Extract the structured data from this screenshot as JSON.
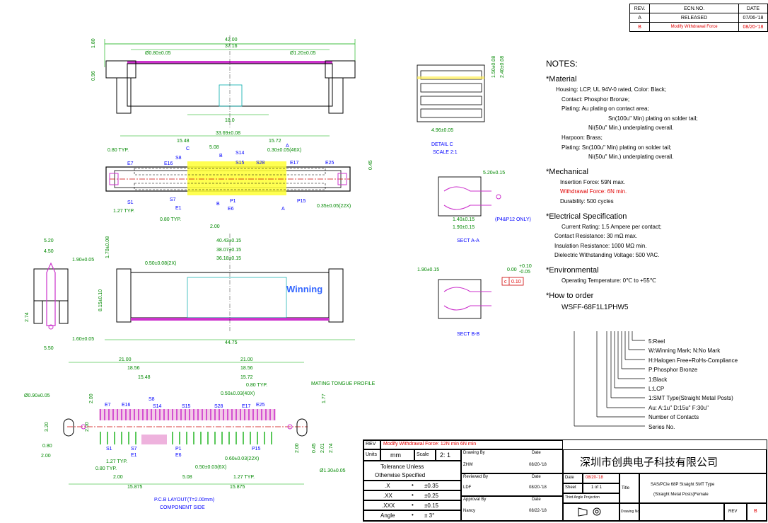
{
  "rev_table": {
    "headers": [
      "REV.",
      "ECN.NO.",
      "DATE"
    ],
    "rows": [
      {
        "rev": "A",
        "ecn": "RELEASED",
        "date": "07/06-'18",
        "highlight": false
      },
      {
        "rev": "B",
        "ecn": "Modify Withdrawal Force",
        "date": "08/20-'18",
        "highlight": true
      }
    ]
  },
  "notes": {
    "title": "NOTES:",
    "material": {
      "heading": "*Material",
      "lines": [
        "Housing: LCP, UL 94V-0 rated, Color: Black;",
        "Contact: Phosphor Bronze;",
        "Plating: Au plating on contact area;",
        "Sn(100u\" Min) plating on solder tail;",
        "Ni(50u\" Min.) underplating overall.",
        "Harpoon: Brass;",
        "Plating: Sn(100u\" Min) plating on solder tail;",
        "Ni(50u\" Min.) underplating overall."
      ]
    },
    "mechanical": {
      "heading": "*Mechanical",
      "lines": [
        "Insertion Force: 59N max.",
        "Withdrawal Force: 6N min.",
        "Durability: 500 cycles"
      ],
      "highlight_index": 1
    },
    "electrical": {
      "heading": "*Electrical Specification",
      "lines": [
        "Current Rating: 1.5 Ampere per contact;",
        "Contact Resistance: 30 mΩ max.",
        "Insulation Resistance: 1000 MΩ min.",
        "Dielectric Withstanding Voltage: 500 VAC."
      ]
    },
    "environmental": {
      "heading": "*Environmental",
      "lines": [
        "Operating Temperature: 0℃ to +55℃"
      ]
    },
    "order": {
      "heading": "*How to order",
      "part_number": "WSFF-68F1L1PHW5",
      "legend": [
        "5:Reel",
        "W:Winning Mark; N:No Mark",
        "H:Halogen Free+RoHs-Compliance",
        "P:Phosphor Bronze",
        "1:Black",
        "L:LCP",
        "1:SMT Type(Straight Metal Posts)",
        "Au: A:1u\" D:15u\" F:30u\"",
        "Number of Contacts",
        "Series No."
      ]
    }
  },
  "drawing": {
    "top_view": {
      "d_42": "42.00",
      "d_3716": "37.16",
      "hole_left": "Ø0.80±0.05",
      "hole_right": "Ø1.20±0.05",
      "d_180": "1.80",
      "d_096": "0.96",
      "d_180b": "18.0"
    },
    "plan_view": {
      "d_3369": "33.69±0.08",
      "d_1548": "15.48",
      "d_1572": "15.72",
      "d_508": "5.08",
      "d_080": "0.80 TYP.",
      "d_030": "0.30±0.05(46X)",
      "d_045": "0.45",
      "d_127": "1.27 TYP.",
      "d_080b": "0.80 TYP.",
      "d_200": "2.00",
      "d_035": "0.35±0.05(22X)",
      "labels": [
        "E7",
        "E16",
        "S8",
        "C",
        "B",
        "S14",
        "S15",
        "S28",
        "E17",
        "E25",
        "S1",
        "S7",
        "E1",
        "P1",
        "B",
        "E6",
        "P15",
        "A",
        "A"
      ]
    },
    "side_left": {
      "d_520": "5.20",
      "d_450": "4.50",
      "d_190": "1.90±0.05",
      "d_274": "2.74",
      "d_550": "5.50",
      "d_160": "1.60±0.05"
    },
    "front_view": {
      "d_4043": "40.43±0.15",
      "d_3807": "38.07±0.15",
      "d_3618": "36.18±0.15",
      "d_050": "0.50±0.08(2X)",
      "d_170": "1.70±0.08",
      "d_815": "8.15±0.10",
      "d_4475": "44.75",
      "brand": "Winning"
    },
    "detail_c": {
      "title": "DETAIL C",
      "scale": "SCALE 2:1",
      "d_150": "1.50±0.08",
      "d_240": "2.40±0.08",
      "d_496": "4.96±0.05"
    },
    "sect_a": {
      "title": "SECT A-A",
      "d_520": "5.20±0.15",
      "d_140": "1.40±0.15",
      "d_190": "1.90±0.15",
      "note": "(P4&P12 ONLY)"
    },
    "sect_b": {
      "title": "SECT B-B",
      "d_190": "1.90±0.15",
      "d_000": "0.00",
      "tol_up": "+0.10",
      "tol_dn": "-0.05",
      "flatness_symbol": "c",
      "flatness_value": "0.10"
    },
    "pcb_layout": {
      "title": "P.C.B LAYOUT(T=2.00mm)",
      "subtitle": "COMPONENT SIDE",
      "d_21a": "21.00",
      "d_21b": "21.00",
      "d_1856a": "18.56",
      "d_1856b": "18.56",
      "d_1548": "15.48",
      "d_1572": "15.72",
      "d_080": "0.80 TYP.",
      "d_050": "0.50±0.03(40X)",
      "hole": "Ø0.90±0.05",
      "d_200a": "2.00",
      "d_320": "3.20",
      "d_080b": "0.80",
      "d_200b": "2.00",
      "d_127": "1.27 TYP.",
      "d_080c": "0.80 TYP.",
      "d_200c": "2.00",
      "d_508": "5.08",
      "d_060": "0.60±0.03(22X)",
      "d_050b": "0.50±0.03(6X)",
      "d_127b": "1.27 TYP.",
      "d_15875a": "15.875",
      "d_15875b": "15.875",
      "d_177": "1.77",
      "d_045": "0.45",
      "d_201": "2.01",
      "d_274": "2.74",
      "hole2": "Ø1.30±0.05",
      "mating": "MATING TONGUE PROFILE",
      "d_200d": "2.00",
      "d_200e": "2.00",
      "labels": [
        "E7",
        "E16",
        "S8",
        "S14",
        "S15",
        "S28",
        "E17",
        "E25",
        "S1",
        "S7",
        "E1",
        "P1",
        "E6",
        "P15"
      ]
    }
  },
  "title_block": {
    "rev_label": "REV",
    "rev_text": "Modify Withdrawal Force: 12N min    6N min",
    "units_label": "Units",
    "units_value": "mm",
    "scale_label": "Scale",
    "scale_value": "2: 1",
    "tolerance_title": "Tolerance Unless",
    "tolerance_sub": "Otherwise Specified",
    "tolerances": [
      {
        "k": ".X",
        "v": "±0.35"
      },
      {
        "k": ".XX",
        "v": "±0.25"
      },
      {
        "k": ".XXX",
        "v": "±0.15"
      },
      {
        "k": "Angle",
        "v": "± 3°"
      }
    ],
    "drawing_by": "Drawing By",
    "drawing_by_name": "ZHW",
    "drawing_date": "08/20-'18",
    "reviewed_by": "Reviewed By",
    "reviewed_by_name": "LDF",
    "reviewed_date": "08/20-'18",
    "approval_by": "Approval By",
    "approval_by_name": "Nancy",
    "approval_date": "08/22-'18",
    "date_label": "Date",
    "company": "深圳市创典电子科技有限公司",
    "date_cell": "08/20-'18",
    "sheet_label": "Sheet",
    "sheet_value": "1 of 1",
    "projection": "Third Angle Projection",
    "title_label": "Title",
    "title_line1": "SAS/PCIe 68P Straight SMT Type",
    "title_line2": "(Straight Metal Posts)Female",
    "drawing_no_label": "Drawing No.",
    "rev2_label": "REV",
    "rev2_value": "B"
  }
}
